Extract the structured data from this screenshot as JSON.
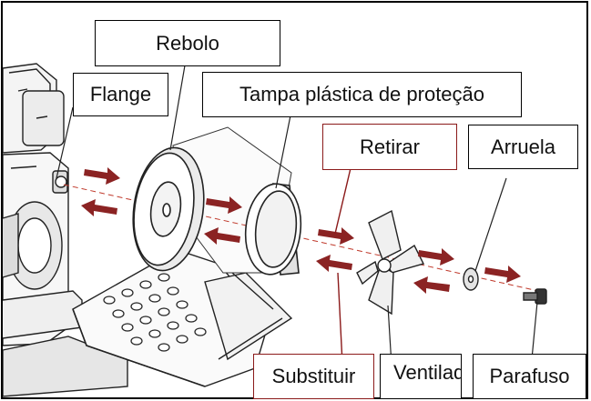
{
  "labels": {
    "rebolo": "Rebolo",
    "flange": "Flange",
    "tampa": "Tampa plástica de proteção",
    "retirar": "Retirar",
    "arruela": "Arruela",
    "substituir": "Substituir",
    "ventilador": "Ventilador",
    "parafuso": "Parafuso"
  },
  "colors": {
    "arrow": "#8b2323",
    "label_border": "#000000",
    "action_border": "#8b1a1a",
    "axis_line": "#c0392b"
  }
}
